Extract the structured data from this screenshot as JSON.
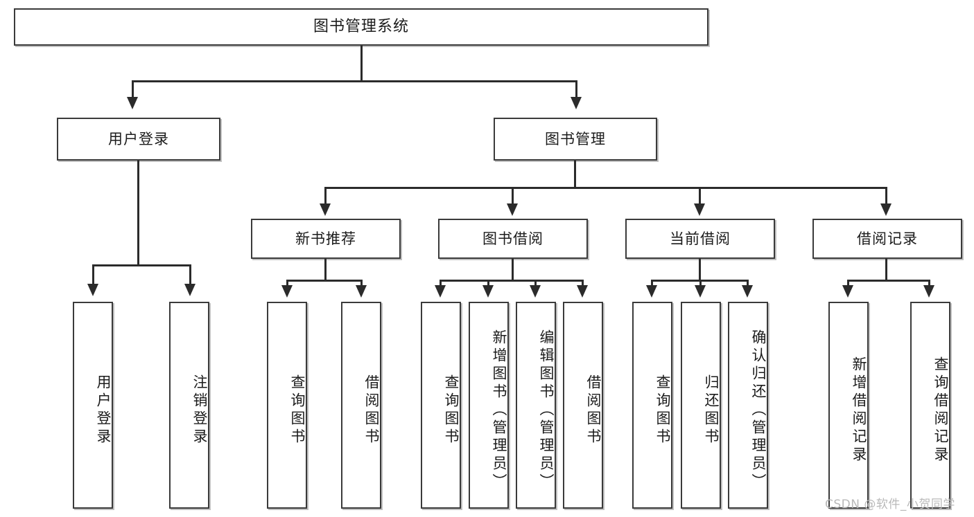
{
  "diagram": {
    "type": "hierarchy-tree",
    "title": "图书管理系统",
    "watermark": "CSDN @软件_小贺同学",
    "nodes": {
      "root": {
        "label": "图书管理系统"
      },
      "level2": [
        {
          "id": "user-login",
          "label": "用户登录"
        },
        {
          "id": "book-management",
          "label": "图书管理"
        }
      ],
      "level3": [
        {
          "id": "new-book-recommend",
          "label": "新书推荐"
        },
        {
          "id": "book-borrow",
          "label": "图书借阅"
        },
        {
          "id": "current-borrow",
          "label": "当前借阅"
        },
        {
          "id": "borrow-record",
          "label": "借阅记录"
        }
      ],
      "leaves": {
        "user_login": [
          {
            "id": "leaf-user-login",
            "label": "用户登录"
          },
          {
            "id": "leaf-logout-login",
            "label": "注销登录"
          }
        ],
        "new_book_recommend": [
          {
            "id": "leaf-query-book-1",
            "label": "查询图书"
          },
          {
            "id": "leaf-borrow-book-1",
            "label": "借阅图书"
          }
        ],
        "book_borrow": [
          {
            "id": "leaf-query-book-2",
            "label": "查询图书"
          },
          {
            "id": "leaf-add-book",
            "label": "新增图书（管理员）"
          },
          {
            "id": "leaf-edit-book",
            "label": "编辑图书（管理员）"
          },
          {
            "id": "leaf-borrow-book-2",
            "label": "借阅图书"
          }
        ],
        "current_borrow": [
          {
            "id": "leaf-query-book-3",
            "label": "查询图书"
          },
          {
            "id": "leaf-return-book",
            "label": "归还图书"
          },
          {
            "id": "leaf-confirm-return",
            "label": "确认归还（管理员）"
          }
        ],
        "borrow_record": [
          {
            "id": "leaf-add-record",
            "label": "新增借阅记录"
          },
          {
            "id": "leaf-query-record",
            "label": "查询借阅记录"
          }
        ]
      }
    },
    "colors": {
      "box_border": "#3a3a3a",
      "box_fill": "#ffffff",
      "line": "#2b2b2b",
      "text": "#1b1b1b",
      "watermark": "#b9b9b9",
      "background": "#ffffff"
    }
  }
}
